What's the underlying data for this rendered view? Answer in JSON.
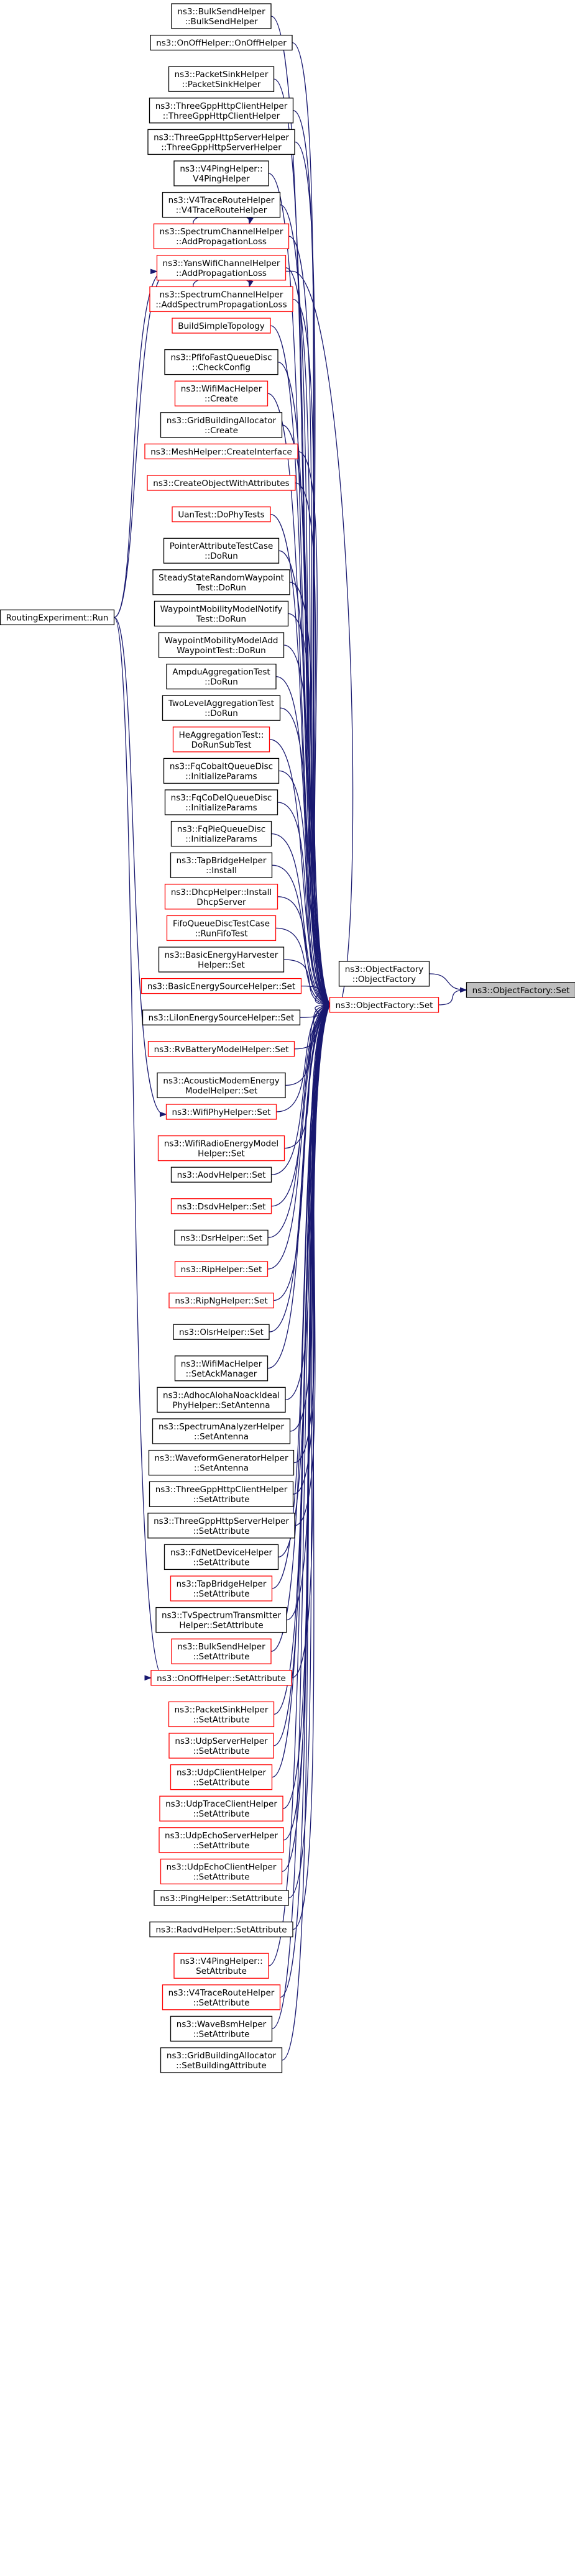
{
  "colors": {
    "edge": "#191970",
    "black_border": "#000000",
    "red_border": "#ff0000",
    "target_fill": "#bfbfbf",
    "node_fill": "#ffffff"
  },
  "root": {
    "id": "root",
    "lines": [
      "ns3::ObjectFactory::Set"
    ],
    "border": "black",
    "fill": "gray"
  },
  "hub": {
    "id": "hub",
    "lines": [
      "ns3::ObjectFactory::Set"
    ],
    "border": "red"
  },
  "objectfactory": {
    "id": "objfac",
    "lines": [
      "ns3::ObjectFactory",
      "::ObjectFactory"
    ],
    "border": "black"
  },
  "routing": {
    "id": "routing",
    "lines": [
      "RoutingExperiment::Run"
    ],
    "border": "black"
  },
  "callers": [
    {
      "id": "c01",
      "lines": [
        "ns3::BulkSendHelper",
        "::BulkSendHelper"
      ],
      "border": "black"
    },
    {
      "id": "c02",
      "lines": [
        "ns3::OnOffHelper::OnOffHelper"
      ],
      "border": "black"
    },
    {
      "id": "c03",
      "lines": [
        "ns3::PacketSinkHelper",
        "::PacketSinkHelper"
      ],
      "border": "black"
    },
    {
      "id": "c04",
      "lines": [
        "ns3::ThreeGppHttpClientHelper",
        "::ThreeGppHttpClientHelper"
      ],
      "border": "black"
    },
    {
      "id": "c05",
      "lines": [
        "ns3::ThreeGppHttpServerHelper",
        "::ThreeGppHttpServerHelper"
      ],
      "border": "black"
    },
    {
      "id": "c06",
      "lines": [
        "ns3::V4PingHelper::",
        "V4PingHelper"
      ],
      "border": "black"
    },
    {
      "id": "c07",
      "lines": [
        "ns3::V4TraceRouteHelper",
        "::V4TraceRouteHelper"
      ],
      "border": "black"
    },
    {
      "id": "c08",
      "lines": [
        "ns3::SpectrumChannelHelper",
        "::AddPropagationLoss"
      ],
      "border": "red",
      "self_loop": true
    },
    {
      "id": "c09",
      "lines": [
        "ns3::YansWifiChannelHelper",
        "::AddPropagationLoss"
      ],
      "border": "red"
    },
    {
      "id": "c10",
      "lines": [
        "ns3::SpectrumChannelHelper",
        "::AddSpectrumPropagationLoss"
      ],
      "border": "red",
      "self_loop": true
    },
    {
      "id": "c11",
      "lines": [
        "BuildSimpleTopology"
      ],
      "border": "red"
    },
    {
      "id": "c12",
      "lines": [
        "ns3::PfifoFastQueueDisc",
        "::CheckConfig"
      ],
      "border": "black"
    },
    {
      "id": "c13",
      "lines": [
        "ns3::WifiMacHelper",
        "::Create"
      ],
      "border": "red"
    },
    {
      "id": "c14",
      "lines": [
        "ns3::GridBuildingAllocator",
        "::Create"
      ],
      "border": "black"
    },
    {
      "id": "c15",
      "lines": [
        "ns3::MeshHelper::CreateInterface"
      ],
      "border": "red"
    },
    {
      "id": "c16",
      "lines": [
        "ns3::CreateObjectWithAttributes"
      ],
      "border": "red"
    },
    {
      "id": "c17",
      "lines": [
        "UanTest::DoPhyTests"
      ],
      "border": "red"
    },
    {
      "id": "c18",
      "lines": [
        "PointerAttributeTestCase",
        "::DoRun"
      ],
      "border": "black"
    },
    {
      "id": "c19",
      "lines": [
        "SteadyStateRandomWaypoint",
        "Test::DoRun"
      ],
      "border": "black"
    },
    {
      "id": "c20",
      "lines": [
        "WaypointMobilityModelNotify",
        "Test::DoRun"
      ],
      "border": "black"
    },
    {
      "id": "c21",
      "lines": [
        "WaypointMobilityModelAdd",
        "WaypointTest::DoRun"
      ],
      "border": "black"
    },
    {
      "id": "c22",
      "lines": [
        "AmpduAggregationTest",
        "::DoRun"
      ],
      "border": "black"
    },
    {
      "id": "c23",
      "lines": [
        "TwoLevelAggregationTest",
        "::DoRun"
      ],
      "border": "black"
    },
    {
      "id": "c24",
      "lines": [
        "HeAggregationTest::",
        "DoRunSubTest"
      ],
      "border": "red"
    },
    {
      "id": "c25",
      "lines": [
        "ns3::FqCobaltQueueDisc",
        "::InitializeParams"
      ],
      "border": "black"
    },
    {
      "id": "c26",
      "lines": [
        "ns3::FqCoDelQueueDisc",
        "::InitializeParams"
      ],
      "border": "black"
    },
    {
      "id": "c27",
      "lines": [
        "ns3::FqPieQueueDisc",
        "::InitializeParams"
      ],
      "border": "black"
    },
    {
      "id": "c28",
      "lines": [
        "ns3::TapBridgeHelper",
        "::Install"
      ],
      "border": "black"
    },
    {
      "id": "c29",
      "lines": [
        "ns3::DhcpHelper::Install",
        "DhcpServer"
      ],
      "border": "red"
    },
    {
      "id": "c30",
      "lines": [
        "FifoQueueDiscTestCase",
        "::RunFifoTest"
      ],
      "border": "red"
    },
    {
      "id": "c31",
      "lines": [
        "ns3::BasicEnergyHarvester",
        "Helper::Set"
      ],
      "border": "black"
    },
    {
      "id": "c32",
      "lines": [
        "ns3::BasicEnergySourceHelper::Set"
      ],
      "border": "red"
    },
    {
      "id": "c33",
      "lines": [
        "ns3::LiIonEnergySourceHelper::Set"
      ],
      "border": "black"
    },
    {
      "id": "c34",
      "lines": [
        "ns3::RvBatteryModelHelper::Set"
      ],
      "border": "red"
    },
    {
      "id": "c35",
      "lines": [
        "ns3::AcousticModemEnergy",
        "ModelHelper::Set"
      ],
      "border": "black"
    },
    {
      "id": "c36",
      "lines": [
        "ns3::WifiPhyHelper::Set"
      ],
      "border": "red"
    },
    {
      "id": "c37",
      "lines": [
        "ns3::WifiRadioEnergyModel",
        "Helper::Set"
      ],
      "border": "red"
    },
    {
      "id": "c38",
      "lines": [
        "ns3::AodvHelper::Set"
      ],
      "border": "black"
    },
    {
      "id": "c39",
      "lines": [
        "ns3::DsdvHelper::Set"
      ],
      "border": "red"
    },
    {
      "id": "c40",
      "lines": [
        "ns3::DsrHelper::Set"
      ],
      "border": "black"
    },
    {
      "id": "c41",
      "lines": [
        "ns3::RipHelper::Set"
      ],
      "border": "red"
    },
    {
      "id": "c42",
      "lines": [
        "ns3::RipNgHelper::Set"
      ],
      "border": "red"
    },
    {
      "id": "c43",
      "lines": [
        "ns3::OlsrHelper::Set"
      ],
      "border": "black"
    },
    {
      "id": "c44",
      "lines": [
        "ns3::WifiMacHelper",
        "::SetAckManager"
      ],
      "border": "black"
    },
    {
      "id": "c45",
      "lines": [
        "ns3::AdhocAlohaNoackIdeal",
        "PhyHelper::SetAntenna"
      ],
      "border": "black"
    },
    {
      "id": "c46",
      "lines": [
        "ns3::SpectrumAnalyzerHelper",
        "::SetAntenna"
      ],
      "border": "black"
    },
    {
      "id": "c47",
      "lines": [
        "ns3::WaveformGeneratorHelper",
        "::SetAntenna"
      ],
      "border": "black"
    },
    {
      "id": "c48",
      "lines": [
        "ns3::ThreeGppHttpClientHelper",
        "::SetAttribute"
      ],
      "border": "black"
    },
    {
      "id": "c49",
      "lines": [
        "ns3::ThreeGppHttpServerHelper",
        "::SetAttribute"
      ],
      "border": "black"
    },
    {
      "id": "c50",
      "lines": [
        "ns3::FdNetDeviceHelper",
        "::SetAttribute"
      ],
      "border": "black"
    },
    {
      "id": "c51",
      "lines": [
        "ns3::TapBridgeHelper",
        "::SetAttribute"
      ],
      "border": "red"
    },
    {
      "id": "c52",
      "lines": [
        "ns3::TvSpectrumTransmitter",
        "Helper::SetAttribute"
      ],
      "border": "black"
    },
    {
      "id": "c53",
      "lines": [
        "ns3::BulkSendHelper",
        "::SetAttribute"
      ],
      "border": "red"
    },
    {
      "id": "c54",
      "lines": [
        "ns3::OnOffHelper::SetAttribute"
      ],
      "border": "red"
    },
    {
      "id": "c55",
      "lines": [
        "ns3::PacketSinkHelper",
        "::SetAttribute"
      ],
      "border": "red"
    },
    {
      "id": "c56",
      "lines": [
        "ns3::UdpServerHelper",
        "::SetAttribute"
      ],
      "border": "red"
    },
    {
      "id": "c57",
      "lines": [
        "ns3::UdpClientHelper",
        "::SetAttribute"
      ],
      "border": "red"
    },
    {
      "id": "c58",
      "lines": [
        "ns3::UdpTraceClientHelper",
        "::SetAttribute"
      ],
      "border": "red"
    },
    {
      "id": "c59",
      "lines": [
        "ns3::UdpEchoServerHelper",
        "::SetAttribute"
      ],
      "border": "red"
    },
    {
      "id": "c60",
      "lines": [
        "ns3::UdpEchoClientHelper",
        "::SetAttribute"
      ],
      "border": "red"
    },
    {
      "id": "c61",
      "lines": [
        "ns3::PingHelper::SetAttribute"
      ],
      "border": "black"
    },
    {
      "id": "c62",
      "lines": [
        "ns3::RadvdHelper::SetAttribute"
      ],
      "border": "black"
    },
    {
      "id": "c63",
      "lines": [
        "ns3::V4PingHelper::",
        "SetAttribute"
      ],
      "border": "red"
    },
    {
      "id": "c64",
      "lines": [
        "ns3::V4TraceRouteHelper",
        "::SetAttribute"
      ],
      "border": "red"
    },
    {
      "id": "c65",
      "lines": [
        "ns3::WaveBsmHelper",
        "::SetAttribute"
      ],
      "border": "black"
    },
    {
      "id": "c66",
      "lines": [
        "ns3::GridBuildingAllocator",
        "::SetBuildingAttribute"
      ],
      "border": "black"
    }
  ],
  "edges": [
    {
      "from": "hub",
      "to": "root"
    },
    {
      "from": "objfac",
      "to": "root"
    },
    {
      "from": "routing",
      "to": "c09"
    },
    {
      "from": "routing",
      "to": "hub"
    },
    {
      "from": "routing",
      "to": "c36"
    },
    {
      "from": "routing",
      "to": "c54"
    },
    {
      "from": "c08",
      "to": "hub"
    },
    {
      "from": "c09",
      "to": "hub"
    },
    {
      "from": "c10",
      "to": "hub"
    }
  ]
}
